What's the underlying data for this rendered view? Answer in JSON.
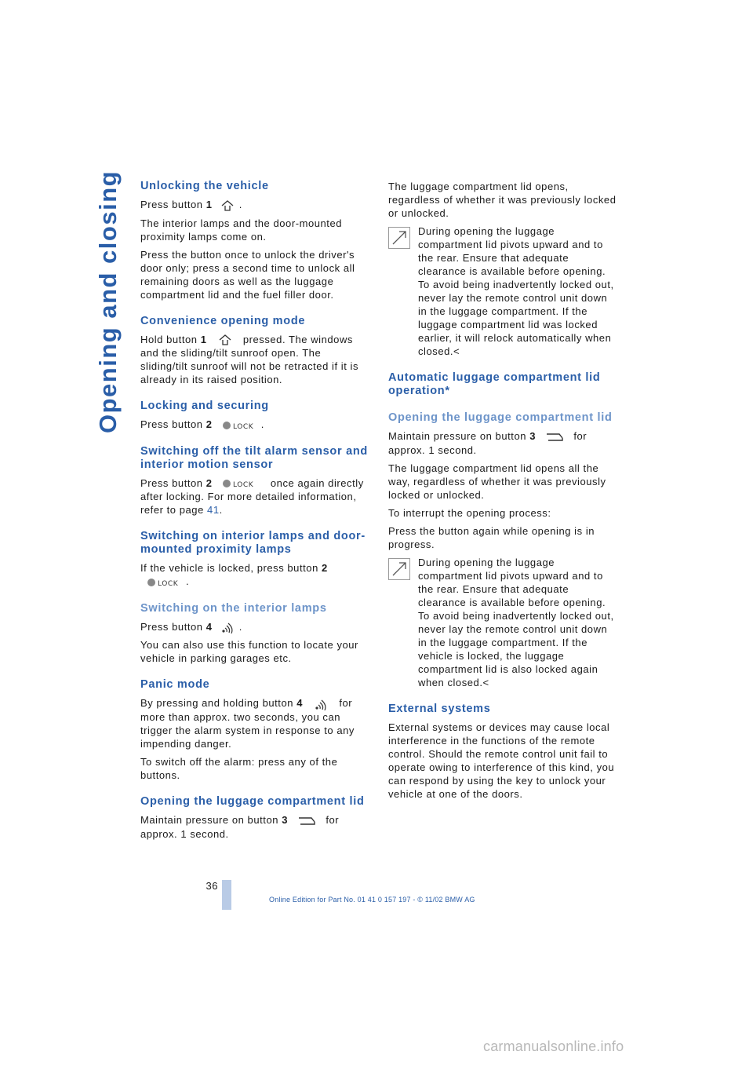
{
  "side_title": "Opening and closing",
  "left": {
    "unlock": {
      "heading": "Unlocking the vehicle",
      "press": "Press button",
      "btn": "1",
      "dot": ".",
      "p2": "The interior lamps and the door-mounted proximity lamps come on.",
      "p3": "Press the button once to unlock the driver's door only; press a second time to unlock all remaining doors as well as the luggage compartment lid and the fuel filler door."
    },
    "convenience": {
      "heading": "Convenience opening mode",
      "hold": "Hold button",
      "btn": "1",
      "rest": "pressed. The windows and the sliding/tilt sunroof open. The sliding/tilt sunroof will not be retracted if it is already in its raised position."
    },
    "lock": {
      "heading": "Locking and securing",
      "press": "Press button",
      "btn": "2",
      "dot": "."
    },
    "tilt": {
      "heading": "Switching off the tilt alarm sensor and interior motion sensor",
      "press": "Press button",
      "btn": "2",
      "rest": "once again directly after locking. For more detailed information, refer to page",
      "page": "41",
      "dot": "."
    },
    "interior_on": {
      "heading": "Switching on interior lamps and door-mounted proximity lamps",
      "text": "If the vehicle is locked, press button",
      "btn": "2",
      "dot": "."
    },
    "interior_lamps": {
      "heading": "Switching on the interior lamps",
      "press": "Press button",
      "btn": "4",
      "dot": ".",
      "p2": "You can also use this function to locate your vehicle in parking garages etc."
    },
    "panic": {
      "heading": "Panic mode",
      "pre": "By pressing and holding button",
      "btn": "4",
      "rest": "for more than approx. two seconds, you can trigger the alarm system in response to any impending danger.",
      "p2": "To switch off the alarm: press any of the buttons."
    },
    "luggage": {
      "heading": "Opening the luggage compartment lid",
      "pre": "Maintain pressure on button",
      "btn": "3",
      "rest": "for approx. 1 second."
    }
  },
  "right": {
    "p1": "The luggage compartment lid opens, regardless of whether it was previously locked or unlocked.",
    "note1": "During opening the luggage compartment lid pivots upward and to the rear. Ensure that adequate clearance is available before opening. To avoid being inadvertently locked out, never lay the remote control unit down in the luggage compartment. If the luggage compartment lid was locked earlier, it will relock automatically when closed.",
    "end_mark": "<",
    "auto": {
      "heading": "Automatic luggage compartment lid operation*",
      "subheading": "Opening the luggage compartment lid",
      "pre": "Maintain pressure on button",
      "btn": "3",
      "rest": "for approx. 1 second.",
      "p2": "The luggage compartment lid opens all the way, regardless of whether it was previously locked or unlocked.",
      "p3": "To interrupt the opening process:",
      "p4": "Press the button again while opening is in progress.",
      "note2": "During opening the luggage compartment lid pivots upward and to the rear. Ensure that adequate clearance is available before opening. To avoid being inadvertently locked out, never lay the remote control unit down in the luggage compartment. If the vehicle is locked, the luggage compartment lid is also locked again when closed."
    },
    "external": {
      "heading": "External systems",
      "text": "External systems or devices may cause local interference in the functions of the remote control. Should the remote control unit fail to operate owing to interference of this kind, you can respond by using the key to unlock your vehicle at one of the doors."
    }
  },
  "footer": {
    "page_number": "36",
    "edition": "Online Edition for Part No. 01 41 0 157 197 - © 11/02 BMW AG"
  },
  "watermark": "carmanualsonline.info",
  "icons": {
    "unlock": "unlock-arrow-icon",
    "lock": "lock-button-icon",
    "search": "radio-waves-icon",
    "trunk": "trunk-open-icon",
    "note": "caution-note-icon"
  },
  "colors": {
    "accent": "#2a5ea8",
    "subheading": "#6d94c9",
    "footer_bar": "#b9cbe6"
  }
}
